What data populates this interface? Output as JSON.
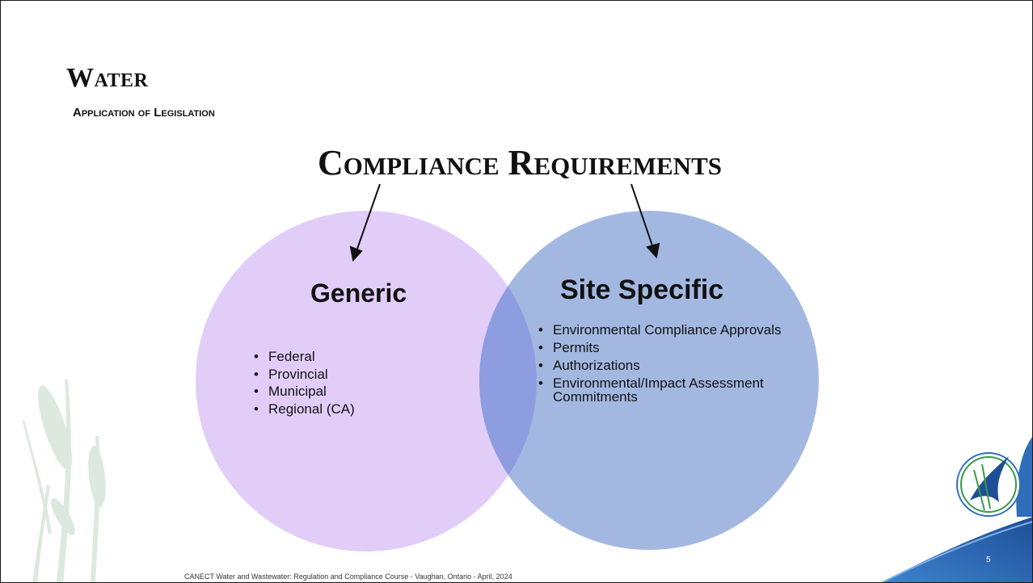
{
  "slide": {
    "title": "Water",
    "subtitle": "Application of Legislation",
    "heading": "Compliance Requirements",
    "footer": "CANECT Water and Wastewater: Regulation and Compliance Course - Vaughan, Ontario - April, 2024",
    "page_number": "5"
  },
  "diagram": {
    "generic": {
      "label": "Generic",
      "items": [
        "Federal",
        "Provincial",
        "Municipal",
        "Regional (CA)"
      ]
    },
    "site_specific": {
      "label": "Site Specific",
      "items": [
        "Environmental Compliance Approvals",
        "Permits",
        "Authorizations",
        "Environmental/Impact Assessment Commitments"
      ]
    }
  },
  "colors": {
    "generic_fill": "#e2cdf9",
    "site_specific_fill": "#a3b8e1",
    "overlap_fill": "#8e9de0",
    "accent_blue": "#2e6fc0",
    "reed_green": "#dde8df"
  },
  "icons": {
    "logo": "heron-bird-logo",
    "decoration": "cattail-reeds-decoration"
  }
}
